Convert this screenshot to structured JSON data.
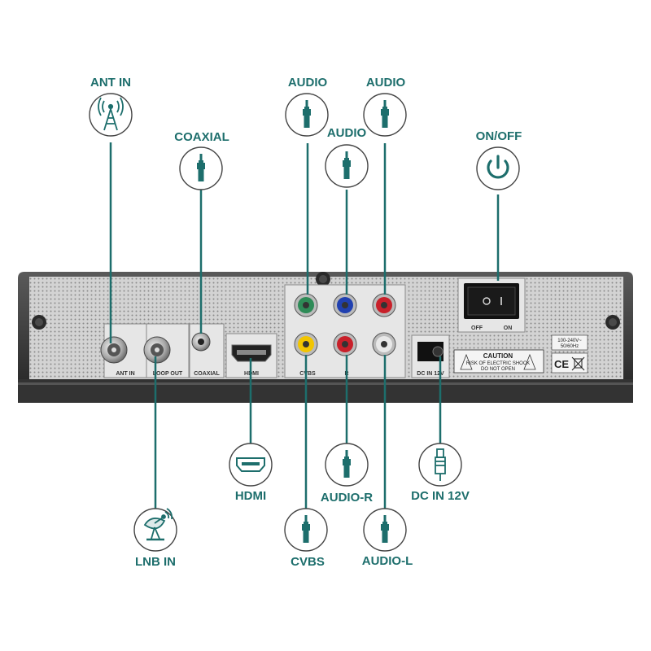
{
  "colors": {
    "accent": "#1d6e6c",
    "panel_frame": "#3a3a3a",
    "panel_face": "#cfcfcf"
  },
  "callouts": [
    {
      "id": "ant-in",
      "label": "ANT IN",
      "icon": "antenna-tower-icon"
    },
    {
      "id": "coaxial",
      "label": "COAXIAL",
      "icon": "audio-jack-icon"
    },
    {
      "id": "audio-green",
      "label": "AUDIO",
      "icon": "audio-jack-icon"
    },
    {
      "id": "audio-blue",
      "label": "AUDIO",
      "icon": "audio-jack-icon"
    },
    {
      "id": "audio-red",
      "label": "AUDIO",
      "icon": "audio-jack-icon"
    },
    {
      "id": "on-off",
      "label": "ON/OFF",
      "icon": "power-icon"
    },
    {
      "id": "hdmi",
      "label": "HDMI",
      "icon": "hdmi-port-icon"
    },
    {
      "id": "audio-r",
      "label": "AUDIO-R",
      "icon": "audio-jack-icon"
    },
    {
      "id": "dc-in",
      "label": "DC IN 12V",
      "icon": "dc-plug-icon"
    },
    {
      "id": "lnb-in",
      "label": "LNB IN",
      "icon": "satellite-dish-icon"
    },
    {
      "id": "cvbs",
      "label": "CVBS",
      "icon": "audio-jack-icon"
    },
    {
      "id": "audio-l",
      "label": "AUDIO-L",
      "icon": "audio-jack-icon"
    }
  ],
  "panel": {
    "port_labels": {
      "ant_in": "ANT IN",
      "loop_out": "LOOP OUT",
      "coaxial": "COAXIAL",
      "hdmi": "HDMI",
      "cvbs": "CVBS",
      "r": "R",
      "dc_in": "DC IN 12V"
    },
    "switch": {
      "off": "OFF",
      "on": "ON"
    },
    "caution": {
      "title": "CAUTION",
      "line1": "RISK OF ELECTRIC SHOCK",
      "line2": "DO NOT OPEN"
    },
    "rating": {
      "line1": "100-240V~",
      "line2": "50/60Hz"
    },
    "marks": "CE"
  },
  "rca_colors": {
    "green": "#2e8b57",
    "blue": "#2040b0",
    "red": "#c8202a",
    "yellow": "#f2c500",
    "white": "#e8e8e8"
  }
}
